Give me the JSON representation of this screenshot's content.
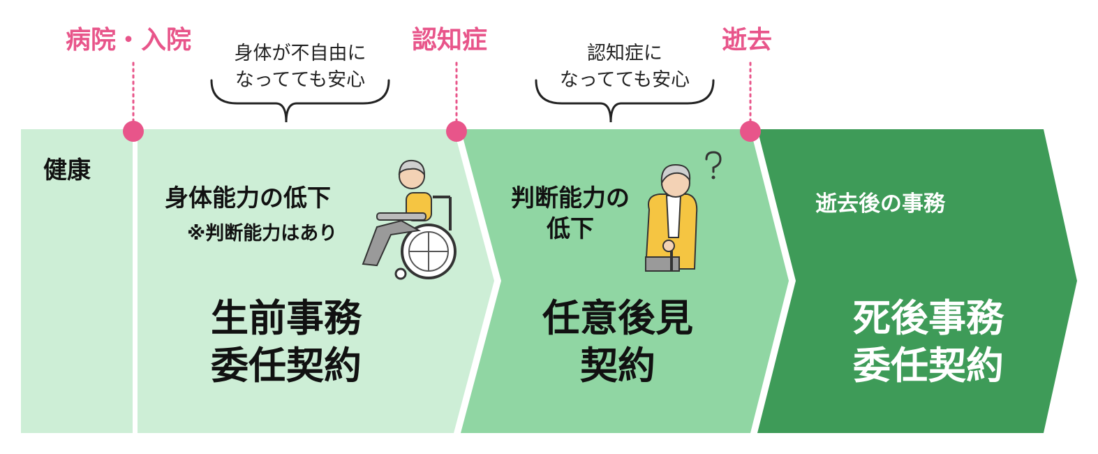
{
  "markers": {
    "hospital": "病院・入院",
    "dementia": "認知症",
    "death": "逝去"
  },
  "notes": {
    "physical": [
      "身体が不自由に",
      "なってても安心"
    ],
    "cognitive": [
      "認知症に",
      "なってても安心"
    ]
  },
  "stages": {
    "healthy": {
      "label": "健康"
    },
    "physical_decline": {
      "label": "身体能力の低下",
      "sub": "※判断能力はあり",
      "contract": [
        "生前事務",
        "委任契約"
      ]
    },
    "cognitive_decline": {
      "label": [
        "判断能力の",
        "低下"
      ],
      "contract": [
        "任意後見",
        "契約"
      ]
    },
    "after_death": {
      "label": "逝去後の事務",
      "contract": [
        "死後事務",
        "委任契約"
      ]
    }
  },
  "colors": {
    "marker": "#e8558a",
    "stage_light": "#cdeed6",
    "stage_mid": "#90d6a3",
    "stage_dark": "#3e9b58"
  }
}
